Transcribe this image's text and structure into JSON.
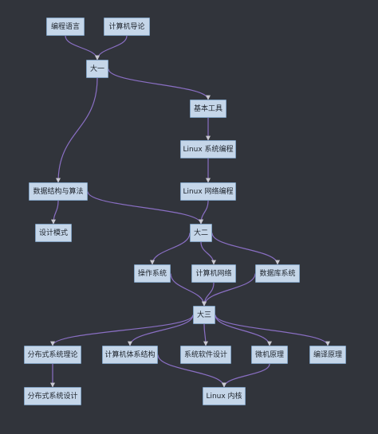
{
  "colors": {
    "background": "#31343b",
    "node_fill": "#c5d6e9",
    "node_border": "#7f9fc0",
    "edge": "#8a6fc4"
  },
  "nodes": {
    "bianchengyuyan": "编程语言",
    "jisuanjidaolun": "计算机导论",
    "dayi": "大一",
    "jibengongju": "基本工具",
    "linux_xitong": "Linux 系统编程",
    "shuju_jiegou": "数据结构与算法",
    "linux_wangluo": "Linux 网络编程",
    "sheji_moshi": "设计模式",
    "daer": "大二",
    "caozuo_xitong": "操作系统",
    "jisuanji_wangluo": "计算机网络",
    "shujuku": "数据库系统",
    "dasan": "大三",
    "fenbushi_lilun": "分布式系统理论",
    "tixi_jiegou": "计算机体系结构",
    "xitong_ruanjian": "系统软件设计",
    "weiji": "微机原理",
    "bianyi": "编译原理",
    "fenbushi_sheji": "分布式系统设计",
    "linux_neihe": "Linux 内核"
  },
  "edges": [
    [
      "bianchengyuyan",
      "dayi"
    ],
    [
      "jisuanjidaolun",
      "dayi"
    ],
    [
      "dayi",
      "jibengongju"
    ],
    [
      "dayi",
      "shuju_jiegou"
    ],
    [
      "jibengongju",
      "linux_xitong"
    ],
    [
      "linux_xitong",
      "linux_wangluo"
    ],
    [
      "shuju_jiegou",
      "sheji_moshi"
    ],
    [
      "shuju_jiegou",
      "daer"
    ],
    [
      "linux_wangluo",
      "daer"
    ],
    [
      "daer",
      "caozuo_xitong"
    ],
    [
      "daer",
      "jisuanji_wangluo"
    ],
    [
      "daer",
      "shujuku"
    ],
    [
      "caozuo_xitong",
      "dasan"
    ],
    [
      "jisuanji_wangluo",
      "dasan"
    ],
    [
      "shujuku",
      "dasan"
    ],
    [
      "dasan",
      "fenbushi_lilun"
    ],
    [
      "dasan",
      "tixi_jiegou"
    ],
    [
      "dasan",
      "xitong_ruanjian"
    ],
    [
      "dasan",
      "weiji"
    ],
    [
      "dasan",
      "bianyi"
    ],
    [
      "fenbushi_lilun",
      "fenbushi_sheji"
    ],
    [
      "tixi_jiegou",
      "linux_neihe"
    ],
    [
      "weiji",
      "linux_neihe"
    ]
  ]
}
